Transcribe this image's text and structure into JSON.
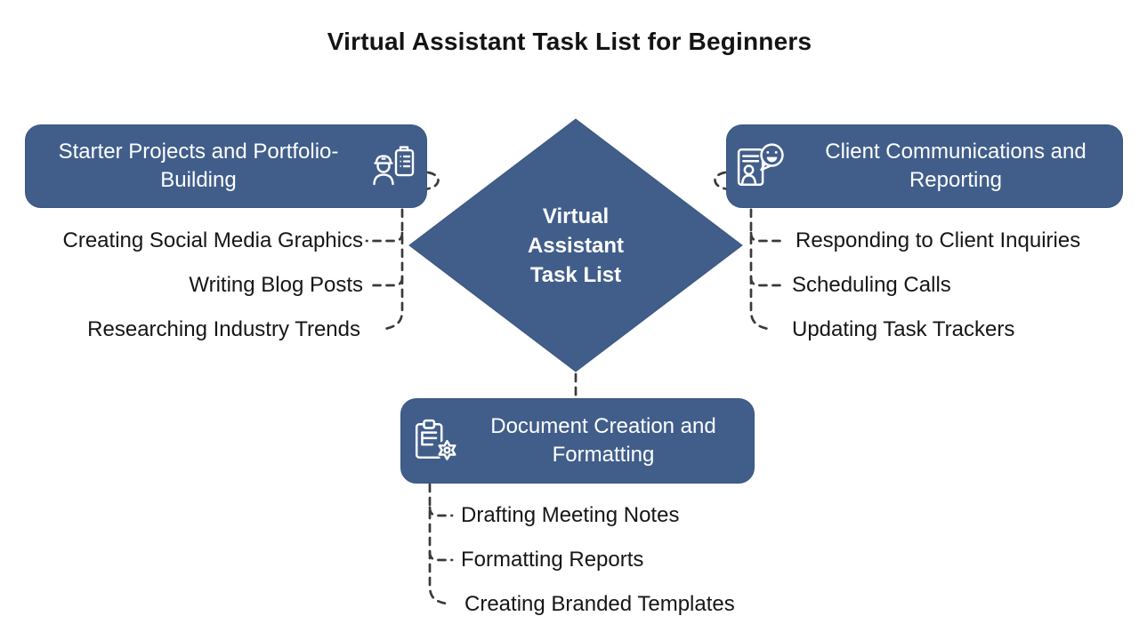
{
  "title": "Virtual Assistant Task List for Beginners",
  "center": {
    "label": "Virtual\nAssistant\nTask List"
  },
  "colors": {
    "background": "#FFFFFF",
    "node_fill": "#415E8B",
    "node_border": "#3A5681",
    "node_text": "#FFFFFF",
    "text": "#161616",
    "connector": "#3A3A3A"
  },
  "branches": [
    {
      "label": "Starter Projects and Portfolio-\nBuilding",
      "icon": "worker-checklist-icon",
      "items": [
        "Creating Social Media Graphics",
        "Writing Blog Posts",
        "Researching Industry Trends"
      ]
    },
    {
      "label": "Client Communications and\nReporting",
      "icon": "client-chat-icon",
      "items": [
        "Responding to Client Inquiries",
        "Scheduling Calls",
        "Updating Task Trackers"
      ]
    },
    {
      "label": "Document Creation and\nFormatting",
      "icon": "clipboard-gear-icon",
      "items": [
        "Drafting Meeting Notes",
        "Formatting Reports",
        "Creating Branded Templates"
      ]
    }
  ]
}
